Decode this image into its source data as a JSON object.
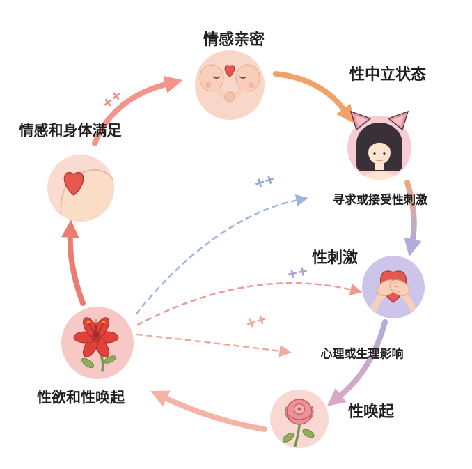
{
  "diagram": {
    "type": "circular-cycle-diagram",
    "labels": {
      "emotional_intimacy": "情感亲密",
      "neutral_state": "性中立状态",
      "seek_stimuli": "寻求或接受性刺激",
      "sexual_stimuli": "性刺激",
      "psych_influence": "心理或生理影响",
      "arousal": "性唤起",
      "desire_arousal": "性欲和性唤起",
      "satisfaction": "情感和身体满足"
    },
    "plus_marks": {
      "satisfaction_to_intimacy": "++",
      "desire_to_seek": "++",
      "desire_to_stimuli": "++",
      "desire_to_influence": "++"
    },
    "icons": [
      {
        "name": "two-faces-heart-icon",
        "label_key": "emotional_intimacy"
      },
      {
        "name": "cat-ear-woman-icon",
        "label_key": "neutral_state"
      },
      {
        "name": "hands-over-heart-icon",
        "label_key": "sexual_stimuli"
      },
      {
        "name": "rose-icon",
        "label_key": "arousal"
      },
      {
        "name": "red-flower-icon",
        "label_key": "desire_arousal"
      },
      {
        "name": "heart-on-body-icon",
        "label_key": "satisfaction"
      }
    ],
    "colors": {
      "arrow_pink": "#f2968c",
      "arrow_orange": "#f0a368",
      "arrow_purple": "#b3abd9",
      "arrow_salmon": "#f5b3a5",
      "arrow_red": "#ea7d70",
      "dashed_blue": "#9db4de",
      "dashed_pink": "#ef9a94",
      "dashed_salmon": "#f0ab9e",
      "heart_red": "#e4584f",
      "circle_pink": "#f8d6c8",
      "circle_lavender": "#cdc5e9"
    }
  }
}
